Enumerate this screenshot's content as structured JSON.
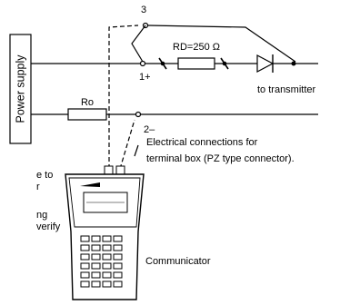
{
  "labels": {
    "power_supply": "Power supply",
    "resistor_rd": "RD=250 Ω",
    "resistor_ro": "Ro",
    "terminal_3": "3",
    "terminal_1": "1+",
    "terminal_2": "2–",
    "to_transmitter": "to transmitter",
    "connections_line1": "Electrical connections for",
    "connections_line2": "terminal box (PZ type connector).",
    "communicator": "Communicator"
  },
  "clipped_text": [
    "e to",
    "r",
    "ng",
    "verify"
  ]
}
